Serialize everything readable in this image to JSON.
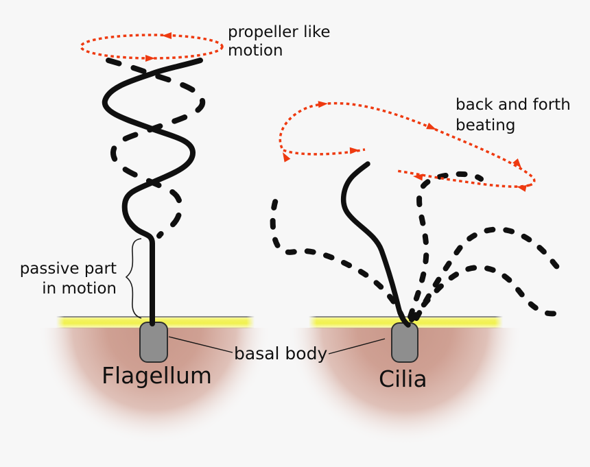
{
  "title": "Flagellum vs Cilia motion diagram",
  "labels": {
    "propeller_motion": {
      "line1": "propeller like",
      "line2": "motion"
    },
    "back_forth": {
      "line1": "back and forth",
      "line2": "beating"
    },
    "passive_part": {
      "line1": "passive part",
      "line2": "in motion"
    },
    "basal_body": "basal body",
    "flagellum": "Flagellum",
    "cilia": "Cilia"
  },
  "colors": {
    "background": "#f7f7f7",
    "accent_red": "#ee3a10",
    "membrane_yellow": "#f2f259",
    "cell_pink": "#cfa093",
    "basal_gray": "#8e8e8e",
    "line_black": "#101010"
  },
  "icons": {
    "rotation_ellipse": "red-dashed-rotation-loop",
    "beating_loop": "red-dashed-beating-loop",
    "arrowheads": "red-direction-arrows",
    "brace": "curly-brace"
  }
}
